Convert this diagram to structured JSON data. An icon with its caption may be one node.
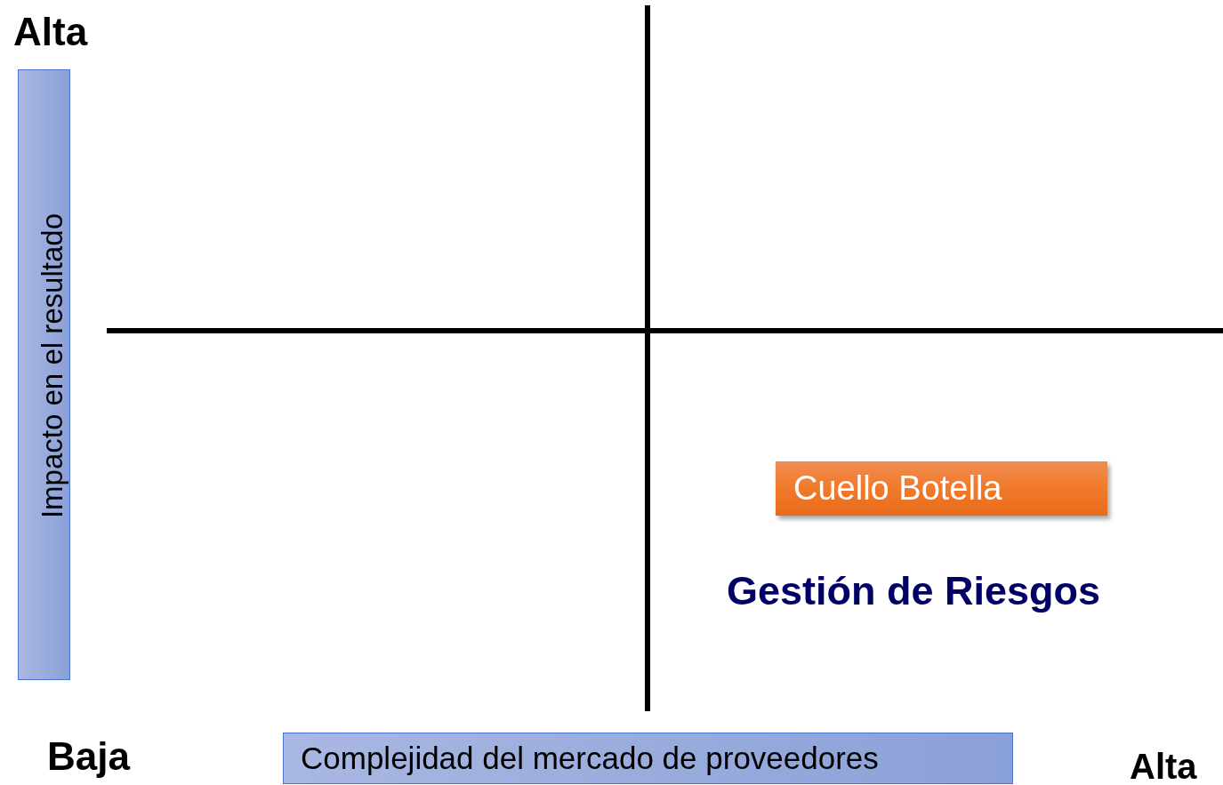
{
  "diagram": {
    "nodes": [
      {
        "text": [
          "Impacto en el resultado"
        ]
      },
      {
        "text": [
          "Cuello Botella"
        ]
      },
      {
        "text": [
          "Complejidad del mercado de proveedores"
        ]
      }
    ],
    "labels": [
      "Alta",
      "Gestión de Riesgos",
      "Baja",
      "Alta"
    ]
  }
}
